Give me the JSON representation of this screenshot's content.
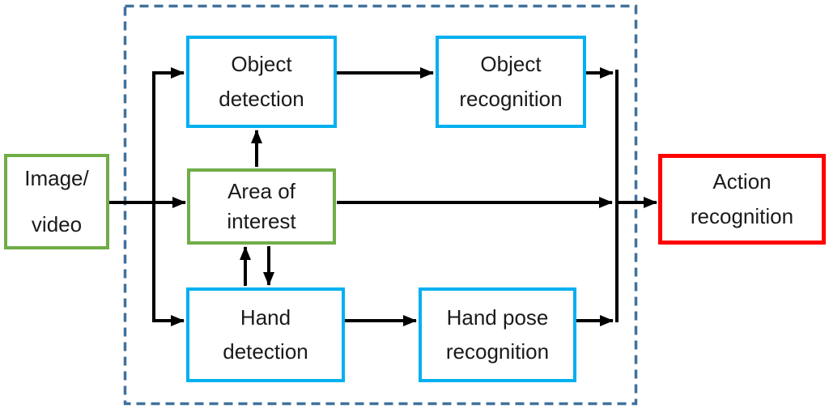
{
  "nodes": {
    "image_video": {
      "line1": "Image/",
      "line2": "video"
    },
    "object_detection": {
      "line1": "Object",
      "line2": "detection"
    },
    "object_recognition": {
      "line1": "Object",
      "line2": "recognition"
    },
    "area_of_interest": {
      "line1": "Area of",
      "line2": "interest"
    },
    "hand_detection": {
      "line1": "Hand",
      "line2": "detection"
    },
    "hand_pose_recognition": {
      "line1": "Hand pose",
      "line2": "recognition"
    },
    "action_recognition": {
      "line1": "Action",
      "line2": "recognition"
    }
  },
  "colors": {
    "input_green": "#70AD47",
    "process_cyan": "#00B0F0",
    "output_red": "#FF0000",
    "boundary_blue": "#41719C",
    "arrow_black": "#000000",
    "text": "#1A1A1A"
  }
}
